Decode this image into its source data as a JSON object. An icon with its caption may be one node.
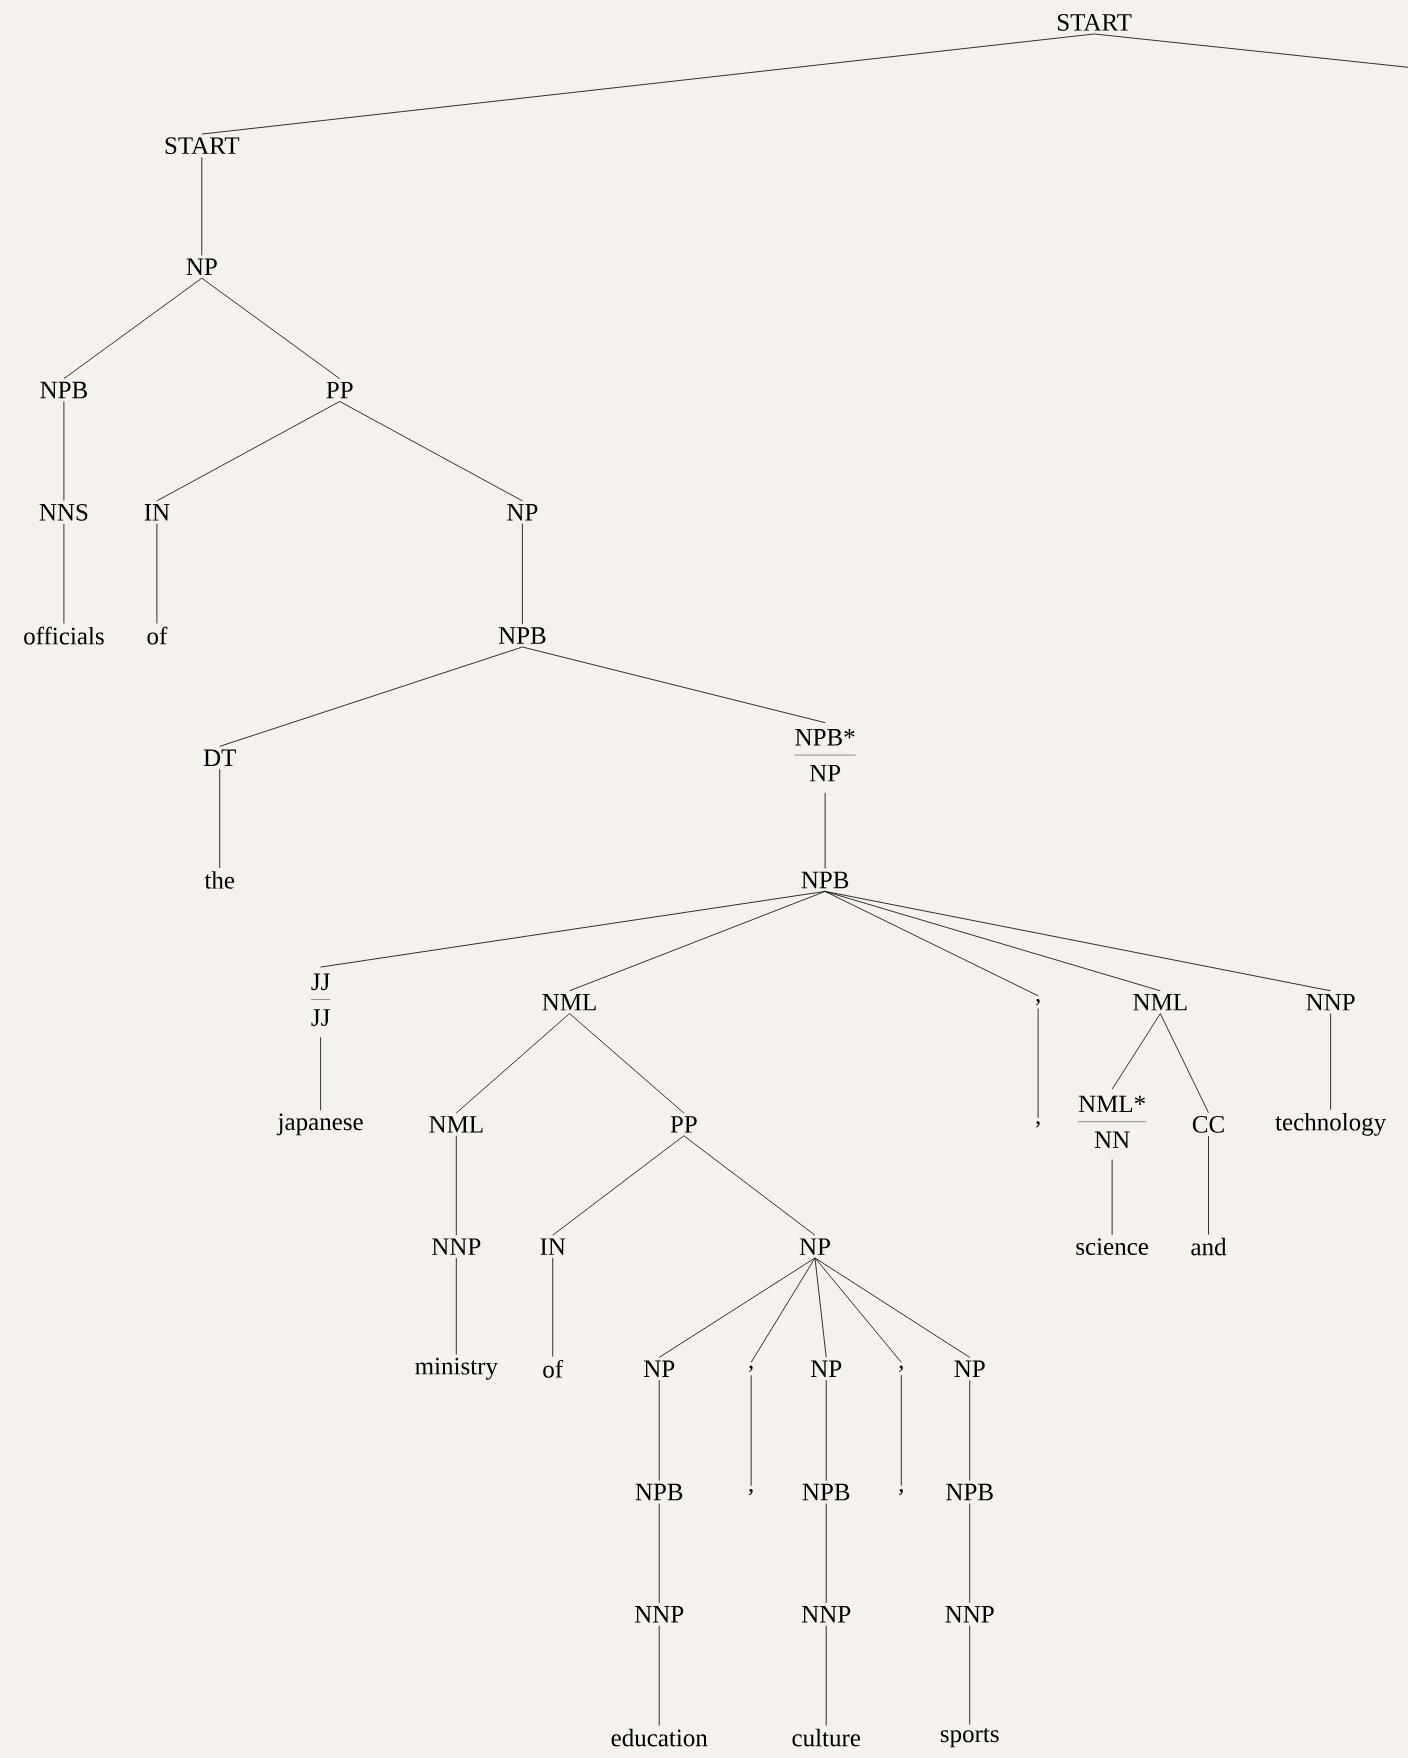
{
  "diagram": {
    "nodes": [
      {
        "text": [
          "START"
        ]
      },
      {
        "text": [
          "START"
        ]
      },
      {
        "text": [
          "NP"
        ]
      },
      {
        "text": [
          "NPB"
        ]
      },
      {
        "text": [
          "PP"
        ]
      },
      {
        "text": [
          "NNS"
        ]
      },
      {
        "text": [
          "IN"
        ]
      },
      {
        "text": [
          "NP"
        ]
      },
      {
        "text": [
          "officials"
        ]
      },
      {
        "text": [
          "of"
        ]
      },
      {
        "text": [
          "NPB"
        ]
      },
      {
        "text": [
          "DT"
        ]
      },
      {
        "text": [
          "NPB*",
          "NP"
        ]
      },
      {
        "text": [
          "the"
        ]
      },
      {
        "text": [
          "NPB"
        ]
      },
      {
        "text": [
          "JJ",
          "JJ"
        ]
      },
      {
        "text": [
          "NML"
        ]
      },
      {
        "text": [
          ","
        ]
      },
      {
        "text": [
          "NML"
        ]
      },
      {
        "text": [
          "NNP"
        ]
      },
      {
        "text": [
          "japanese"
        ]
      },
      {
        "text": [
          "NML"
        ]
      },
      {
        "text": [
          "PP"
        ]
      },
      {
        "text": [
          ","
        ]
      },
      {
        "text": [
          "NML*",
          "NN"
        ]
      },
      {
        "text": [
          "CC"
        ]
      },
      {
        "text": [
          "technology"
        ]
      },
      {
        "text": [
          "NNP"
        ]
      },
      {
        "text": [
          "IN"
        ]
      },
      {
        "text": [
          "NP"
        ]
      },
      {
        "text": [
          "science"
        ]
      },
      {
        "text": [
          "and"
        ]
      },
      {
        "text": [
          "ministry"
        ]
      },
      {
        "text": [
          "of"
        ]
      },
      {
        "text": [
          "NP"
        ]
      },
      {
        "text": [
          ","
        ]
      },
      {
        "text": [
          "NP"
        ]
      },
      {
        "text": [
          ","
        ]
      },
      {
        "text": [
          "NP"
        ]
      },
      {
        "text": [
          "NPB"
        ]
      },
      {
        "text": [
          ","
        ]
      },
      {
        "text": [
          "NPB"
        ]
      },
      {
        "text": [
          ","
        ]
      },
      {
        "text": [
          "NPB"
        ]
      },
      {
        "text": [
          "NNP"
        ]
      },
      {
        "text": [
          "NNP"
        ]
      },
      {
        "text": [
          "NNP"
        ]
      },
      {
        "text": [
          "education"
        ]
      },
      {
        "text": [
          "culture"
        ]
      },
      {
        "text": [
          "sports"
        ]
      }
    ],
    "edges": [
      {
        "from": 0,
        "to": null,
        "arrow": "none"
      },
      {
        "from": 0,
        "to": 1,
        "arrow": "none"
      },
      {
        "from": 1,
        "to": 2,
        "arrow": "none"
      },
      {
        "from": 2,
        "to": 3,
        "arrow": "none"
      },
      {
        "from": 2,
        "to": 4,
        "arrow": "none"
      },
      {
        "from": 3,
        "to": 5,
        "arrow": "none"
      },
      {
        "from": 4,
        "to": 6,
        "arrow": "none"
      },
      {
        "from": 4,
        "to": 7,
        "arrow": "none"
      },
      {
        "from": 5,
        "to": 8,
        "arrow": "none"
      },
      {
        "from": 6,
        "to": 9,
        "arrow": "none"
      },
      {
        "from": 7,
        "to": 10,
        "arrow": "none"
      },
      {
        "from": 10,
        "to": 11,
        "arrow": "none"
      },
      {
        "from": 10,
        "to": 12,
        "arrow": "none"
      },
      {
        "from": 11,
        "to": 13,
        "arrow": "none"
      },
      {
        "from": 12,
        "to": 14,
        "arrow": "none"
      },
      {
        "from": 14,
        "to": 15,
        "arrow": "none"
      },
      {
        "from": 14,
        "to": 16,
        "arrow": "none"
      },
      {
        "from": 14,
        "to": 17,
        "arrow": "none"
      },
      {
        "from": 14,
        "to": 18,
        "arrow": "none"
      },
      {
        "from": 14,
        "to": 19,
        "arrow": "none"
      },
      {
        "from": 15,
        "to": 20,
        "arrow": "none"
      },
      {
        "from": 16,
        "to": 21,
        "arrow": "none"
      },
      {
        "from": 16,
        "to": 22,
        "arrow": "none"
      },
      {
        "from": 17,
        "to": 23,
        "arrow": "none"
      },
      {
        "from": 18,
        "to": 24,
        "arrow": "none"
      },
      {
        "from": 18,
        "to": 25,
        "arrow": "none"
      },
      {
        "from": 19,
        "to": 26,
        "arrow": "none"
      },
      {
        "from": 21,
        "to": 27,
        "arrow": "none"
      },
      {
        "from": 22,
        "to": 28,
        "arrow": "none"
      },
      {
        "from": 22,
        "to": 29,
        "arrow": "none"
      },
      {
        "from": 24,
        "to": 30,
        "arrow": "none"
      },
      {
        "from": 25,
        "to": 31,
        "arrow": "none"
      },
      {
        "from": 27,
        "to": 32,
        "arrow": "none"
      },
      {
        "from": 28,
        "to": 33,
        "arrow": "none"
      },
      {
        "from": 29,
        "to": 34,
        "arrow": "none"
      },
      {
        "from": 29,
        "to": 35,
        "arrow": "none"
      },
      {
        "from": 29,
        "to": 36,
        "arrow": "none"
      },
      {
        "from": 29,
        "to": 37,
        "arrow": "none"
      },
      {
        "from": 29,
        "to": 38,
        "arrow": "none"
      },
      {
        "from": 34,
        "to": 39,
        "arrow": "none"
      },
      {
        "from": 35,
        "to": 40,
        "arrow": "none"
      },
      {
        "from": 36,
        "to": 41,
        "arrow": "none"
      },
      {
        "from": 37,
        "to": 42,
        "arrow": "none"
      },
      {
        "from": 38,
        "to": 43,
        "arrow": "none"
      },
      {
        "from": 39,
        "to": 44,
        "arrow": "none"
      },
      {
        "from": 41,
        "to": 45,
        "arrow": "none"
      },
      {
        "from": 43,
        "to": 46,
        "arrow": "none"
      },
      {
        "from": 44,
        "to": 47,
        "arrow": "none"
      },
      {
        "from": 45,
        "to": 48,
        "arrow": "none"
      },
      {
        "from": 46,
        "to": 49,
        "arrow": "none"
      }
    ]
  }
}
